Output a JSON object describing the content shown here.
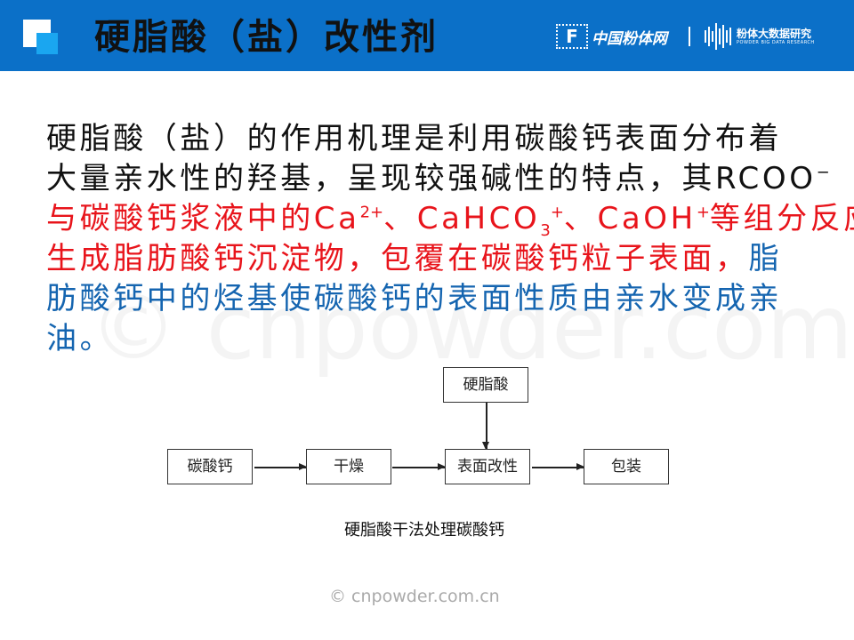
{
  "header": {
    "title": "硬脂酸（盐）改性剂",
    "brand_name": "中国粉体网",
    "brand2_cn": "粉体大数据研究",
    "brand2_en": "POWDER BIG DATA RESEARCH",
    "colors": {
      "bar": "#0b70c8",
      "accent": "#1aa6f0"
    }
  },
  "body": {
    "line1": "硬脂酸（盐）的作用机理是利用碳酸钙表面分布着",
    "line2": "大量亲水性的羟基，呈现较强碱性的特点，其RCOO",
    "line2_sup": "−",
    "line3_a": "与碳酸钙浆液中的Ca",
    "line3_sup1": "2+",
    "line3_b": "、CaHCO",
    "line3_sub": "3",
    "line3_sup2": "+",
    "line3_c": "、CaOH",
    "line3_sup3": "+",
    "line3_d": "等组分反应",
    "line4_red": "生成脂肪酸钙沉淀物，包覆在碳酸钙粒子表面，",
    "line4_blue": "脂",
    "line5": "肪酸钙中的烃基使碳酸钙的表面性质由亲水变成亲",
    "line6": "油。",
    "colors": {
      "black": "#111111",
      "red": "#e8141b",
      "blue": "#1565b0"
    }
  },
  "diagram": {
    "steps": [
      "碳酸钙",
      "干燥",
      "表面改性",
      "包装"
    ],
    "input": "硬脂酸",
    "caption": "硬脂酸干法处理碳酸钙"
  },
  "watermark": "© cnpowder.com.cn"
}
